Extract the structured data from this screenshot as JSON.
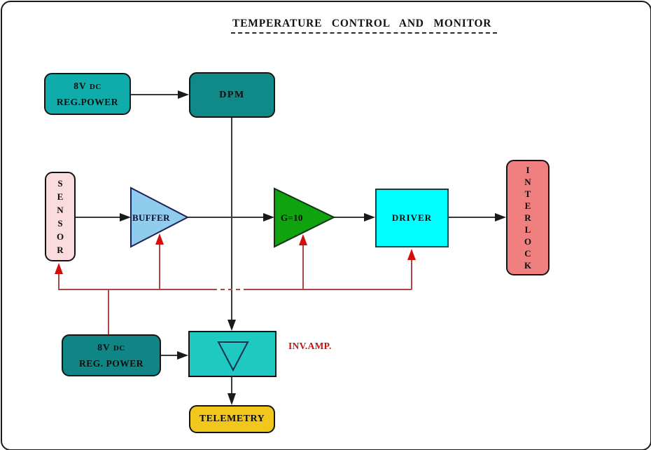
{
  "title": "TEMPERATURE CONTROL AND MONITOR",
  "blocks": {
    "power_top": {
      "line1_value": "8V",
      "line1_unit": "DC",
      "line2": "REG.POWER"
    },
    "dpm": {
      "label": "DPM"
    },
    "sensor": {
      "label": "SENSOR"
    },
    "buffer": {
      "label": "BUFFER"
    },
    "gain": {
      "label": "G=10"
    },
    "driver": {
      "label": "DRIVER"
    },
    "interlock": {
      "label": "INTERLOCK"
    },
    "power_bottom": {
      "line1_value": "8V",
      "line1_unit": "DC",
      "line2": "REG. POWER"
    },
    "inv_amp": {
      "label": "INV.AMP."
    },
    "telemetry": {
      "label": "TELEMETRY"
    }
  },
  "colors": {
    "power_top": "#10ACAC",
    "dpm": "#108989",
    "sensor": "#FADCDE",
    "buffer": "#8FCCEE",
    "gain": "#0FA30F",
    "driver": "#00FFFF",
    "interlock": "#F08080",
    "power_bottom": "#0F8585",
    "inv_amp_box": "#20C8C2",
    "telemetry": "#F2C71D",
    "signal_line": "#3A3A3A",
    "power_line": "#AD4747",
    "power_arrowhead": "#D40D0D",
    "red_label": "#CC0F0F"
  }
}
